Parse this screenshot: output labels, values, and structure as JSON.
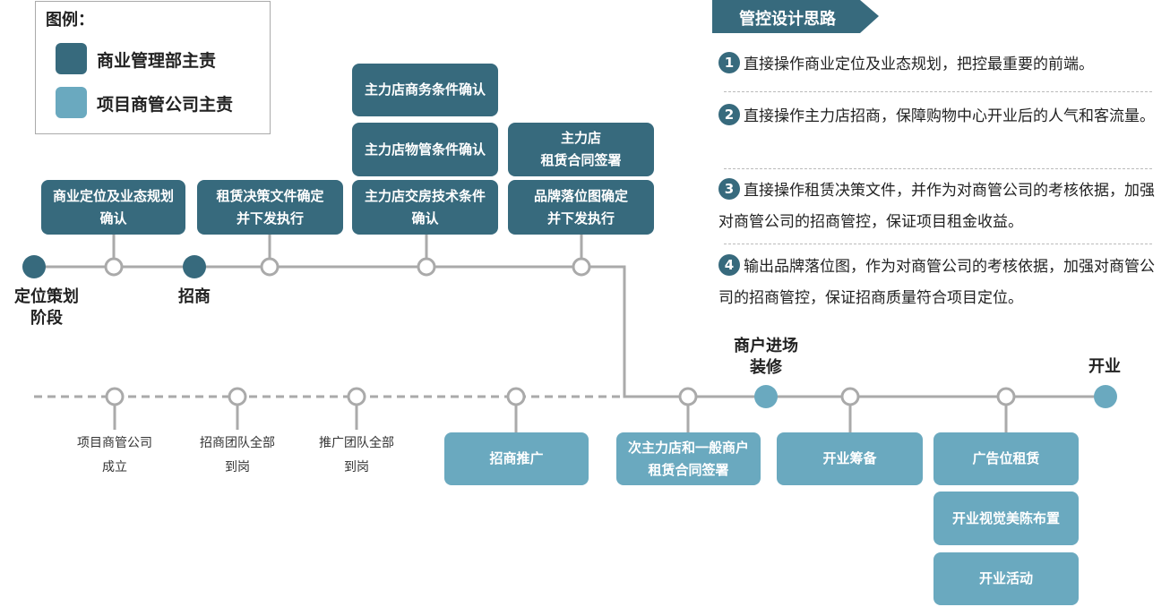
{
  "legend": {
    "title": "图例：",
    "items": [
      {
        "label": "商业管理部主责",
        "color": "#376a7d"
      },
      {
        "label": "项目商管公司主责",
        "color": "#6aa9bf"
      }
    ]
  },
  "stages": {
    "planning": "定位策划\n阶段",
    "leasing": "招商",
    "fitout": "商户进场\n装修",
    "opening": "开业"
  },
  "top_boxes": [
    "商业定位及业态规划\n确认",
    "租赁决策文件确定\n并下发执行",
    "主力店商务条件确认",
    "主力店物管条件确认",
    "主力店交房技术条件\n确认",
    "主力店\n租赁合同签署",
    "品牌落位图确定\n并下发执行"
  ],
  "bottom_labels": [
    "项目商管公司\n成立",
    "招商团队全部\n到岗",
    "推广团队全部\n到岗"
  ],
  "bottom_boxes": [
    "招商推广",
    "次主力店和一般商户\n租赁合同签署",
    "开业筹备",
    "广告位租赁",
    "开业视觉美陈布置",
    "开业活动"
  ],
  "panel": {
    "title": "管控设计思路",
    "items": [
      {
        "num": "1",
        "text": "直接操作商业定位及业态规划，把控最重要的前端。"
      },
      {
        "num": "2",
        "text": "直接操作主力店招商，保障购物中心开业后的人气和客流量。"
      },
      {
        "num": "3",
        "text": "直接操作租赁决策文件，并作为对商管公司的考核依据，加强对商管公司的招商管控，保证项目租金收益。"
      },
      {
        "num": "4",
        "text": "输出品牌落位图，作为对商管公司的考核依据，加强对商管公司的招商管控，保证招商质量符合项目定位。"
      }
    ]
  },
  "colors": {
    "dark": "#376a7d",
    "light": "#6aa9bf",
    "line": "#aaaaaa"
  }
}
